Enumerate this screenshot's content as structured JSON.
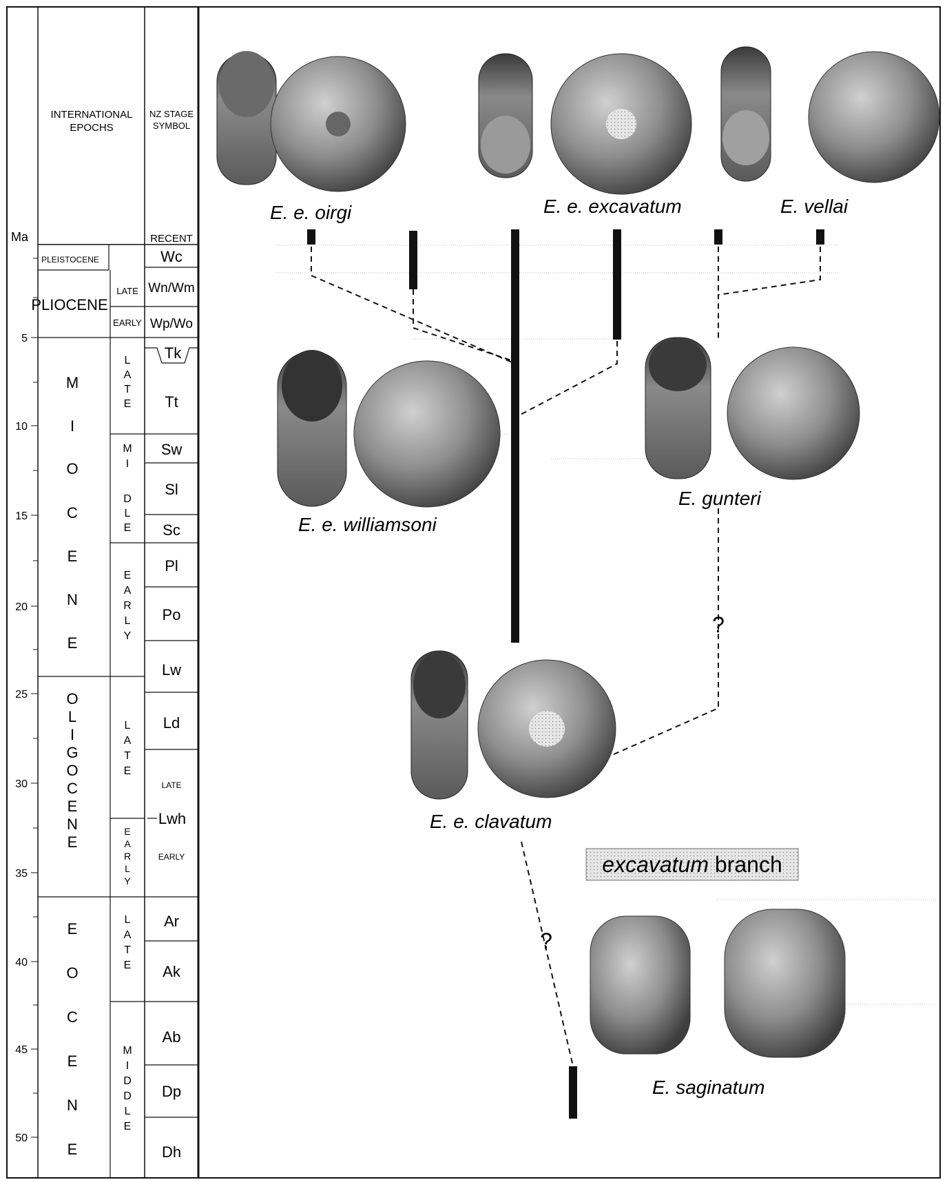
{
  "timescale": {
    "ma_label": "Ma",
    "header_epochs_line1": "INTERNATIONAL",
    "header_epochs_line2": "EPOCHS",
    "header_stage_line1": "NZ STAGE",
    "header_stage_line2": "SYMBOL",
    "ticks": [
      "5",
      "10",
      "15",
      "20",
      "25",
      "30",
      "35",
      "40",
      "45",
      "50"
    ],
    "epochs": {
      "pleistocene": "PLEISTOCENE",
      "pliocene": "PLIOCENE",
      "miocene": [
        "M",
        "I",
        "O",
        "C",
        "E",
        "N",
        "E"
      ],
      "oligocene": [
        "O",
        "L",
        "I",
        "G",
        "O",
        "C",
        "E",
        "N",
        "E"
      ],
      "eocene": [
        "E",
        "O",
        "C",
        "E",
        "N",
        "E"
      ]
    },
    "subepochs": {
      "pliocene_late": "LATE",
      "pliocene_early": "EARLY",
      "miocene_late": [
        "L",
        "A",
        "T",
        "E"
      ],
      "miocene_middle_top": [
        "M",
        "I"
      ],
      "miocene_middle_bottom": [
        "D",
        "L",
        "E"
      ],
      "miocene_early": [
        "E",
        "A",
        "R",
        "L",
        "Y"
      ],
      "oligocene_late": [
        "L",
        "A",
        "T",
        "E"
      ],
      "oligocene_early": [
        "E",
        "A",
        "R",
        "L",
        "Y"
      ],
      "eocene_late": [
        "L",
        "A",
        "T",
        "E"
      ],
      "eocene_middle": [
        "M",
        "I",
        "D",
        "D",
        "L",
        "E"
      ]
    },
    "stages": {
      "recent": "RECENT",
      "wc": "Wc",
      "wnwm": "Wn/Wm",
      "wpwo": "Wp/Wo",
      "tk": "Tk",
      "tt": "Tt",
      "sw": "Sw",
      "sl": "Sl",
      "sc": "Sc",
      "pl": "Pl",
      "po": "Po",
      "lw": "Lw",
      "ld": "Ld",
      "late": "LATE",
      "lwh": "Lwh",
      "early": "EARLY",
      "ar": "Ar",
      "ak": "Ak",
      "ab": "Ab",
      "dp": "Dp",
      "dh": "Dh"
    }
  },
  "taxa": {
    "oirgi": "E. e. oirgi",
    "excavatum": "E. e. excavatum",
    "vellai": "E. vellai",
    "williamsoni": "E. e. williamsoni",
    "gunteri": "E. gunteri",
    "clavatum": "E. e. clavatum",
    "saginatum": "E. saginatum"
  },
  "uncertain_marks": [
    "?",
    "?"
  ],
  "branch_label": {
    "italic": "excavatum",
    "rest": " branch"
  }
}
